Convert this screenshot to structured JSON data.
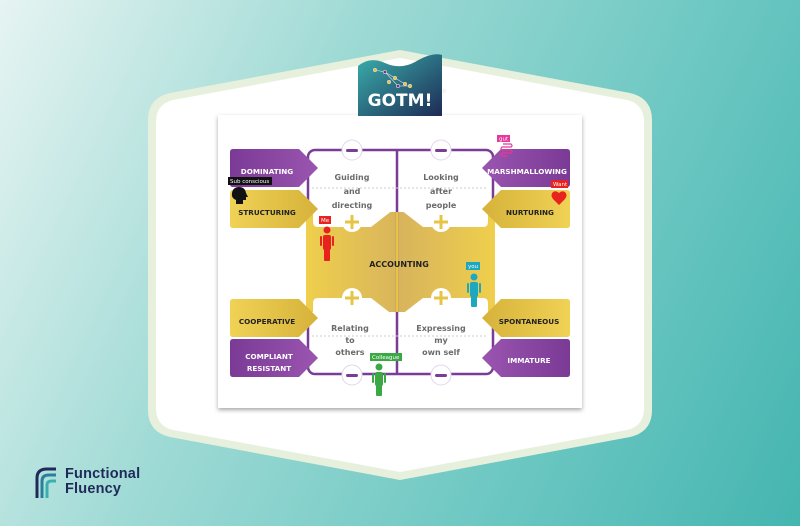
{
  "logo": {
    "title": "GOTM!",
    "copyright": "©"
  },
  "brand": {
    "line1": "Functional",
    "line2": "Fluency"
  },
  "diagram": {
    "left": {
      "dominating": "DOMINATING",
      "structuring": "STRUCTURING",
      "cooperative": "COOPERATIVE",
      "compliant_1": "COMPLIANT",
      "compliant_2": "RESISTANT"
    },
    "right": {
      "marshmallowing": "MARSHMALLOWING",
      "nurturing": "NURTURING",
      "spontaneous": "SPONTANEOUS",
      "immature": "IMMATURE"
    },
    "center": "ACCOUNTING",
    "quadrants": {
      "tl": [
        "Guiding",
        "and",
        "directing"
      ],
      "tr": [
        "Looking",
        "after",
        "people"
      ],
      "bl": [
        "Relating",
        "to",
        "others"
      ],
      "br": [
        "Expressing",
        "my",
        "own self"
      ]
    },
    "tags": {
      "sub_conscious": "Sub conscious",
      "gut": "gut",
      "want": "Want",
      "me": "Me",
      "you": "you",
      "colleague": "Colleague"
    }
  },
  "colors": {
    "purple": "#7b3b96",
    "gold": "#e6c445",
    "red": "#e8231f",
    "teal": "#1ea8bf",
    "green": "#3aa845",
    "pink": "#e4389a"
  }
}
